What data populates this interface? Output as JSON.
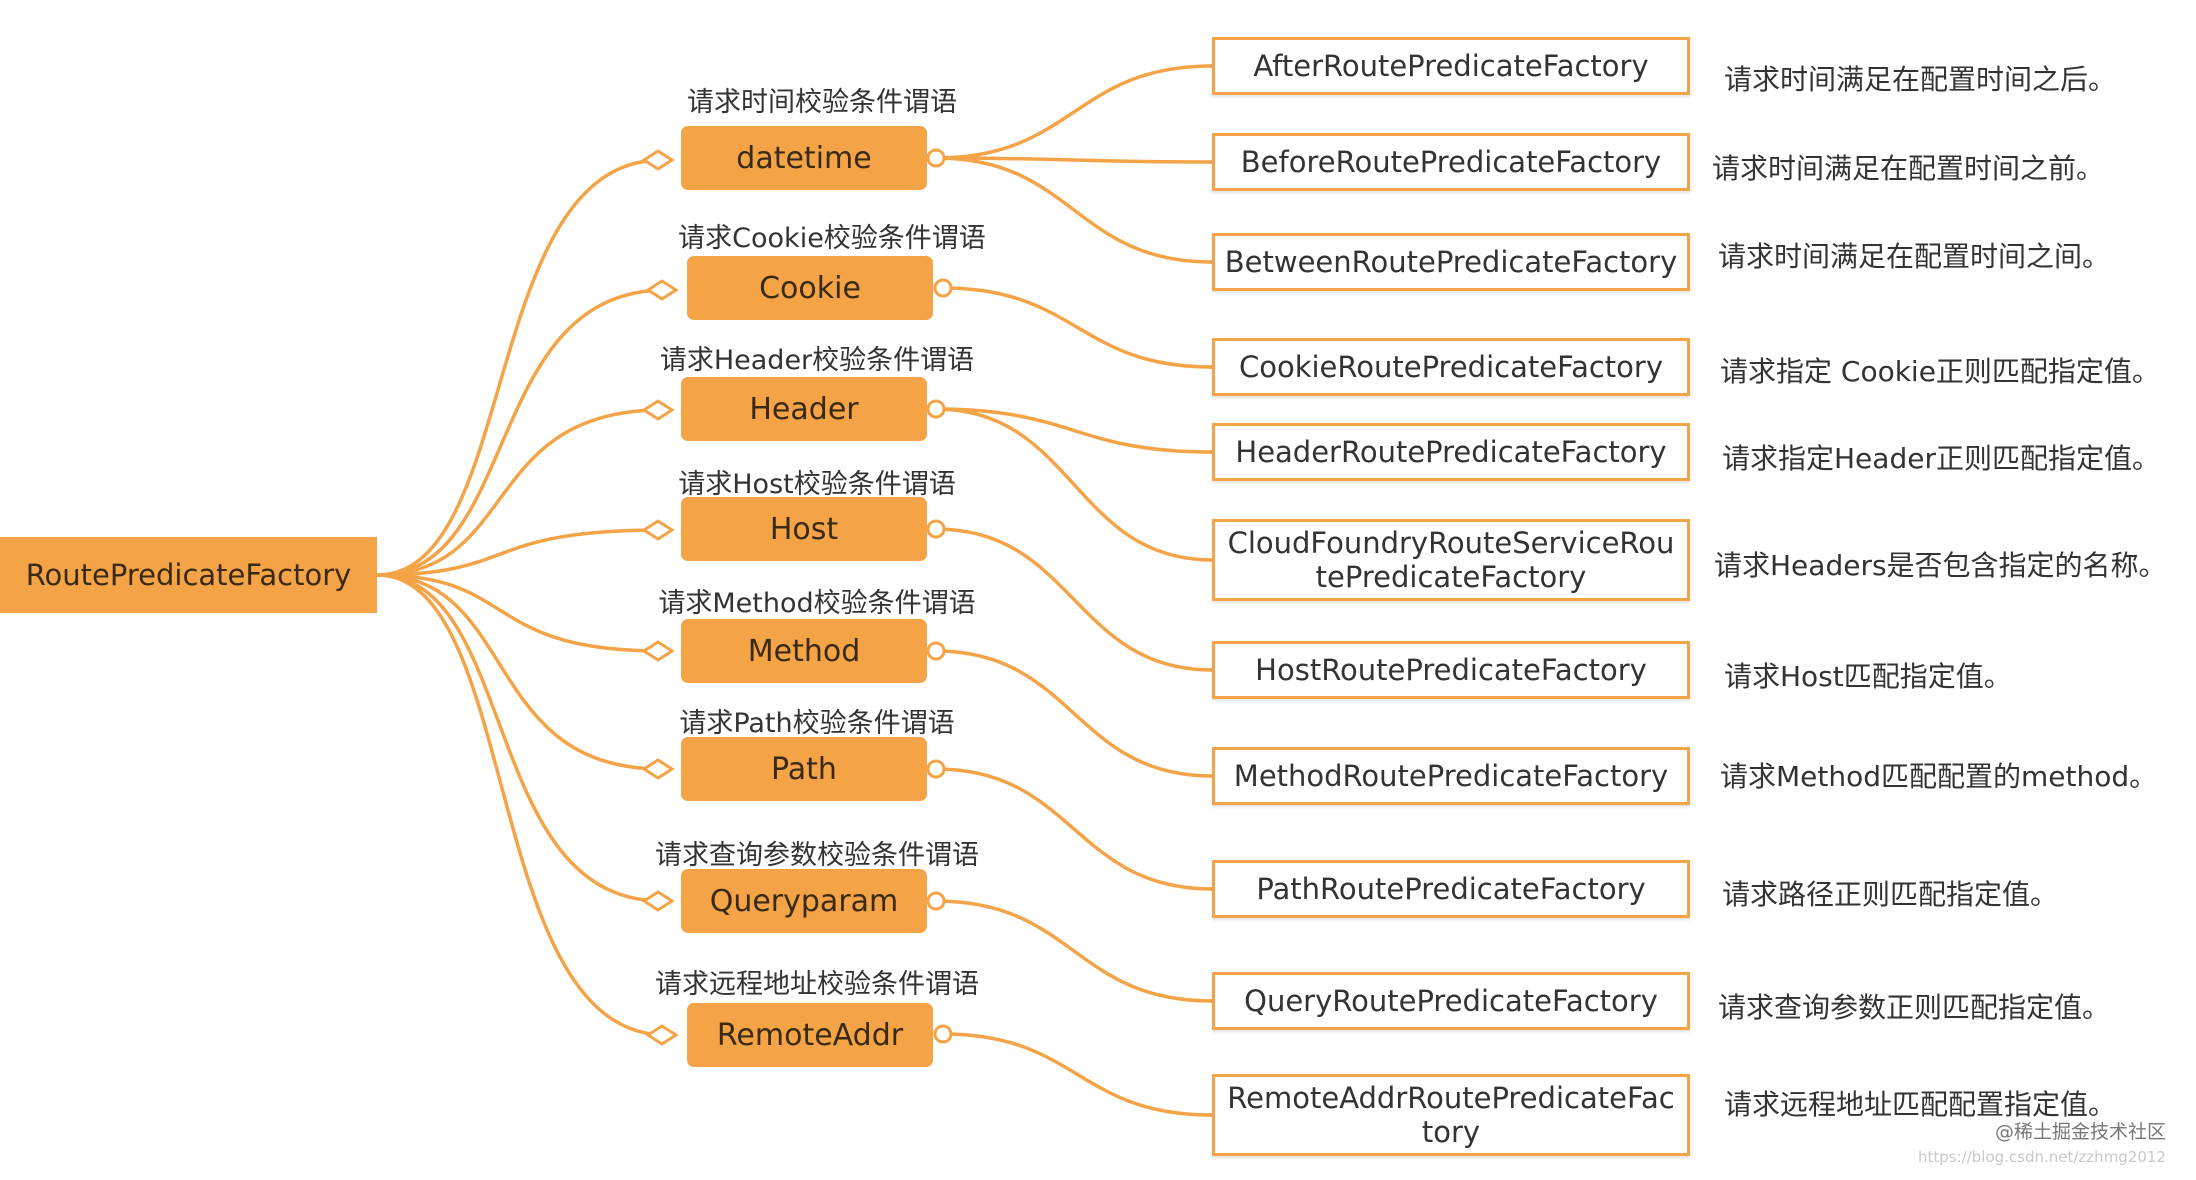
{
  "colors": {
    "accent": "#f4a347",
    "line": "#f4a347",
    "text": "#333333"
  },
  "root": {
    "label": "RoutePredicateFactory"
  },
  "categories": [
    {
      "label": "datetime",
      "caption": "请求时间校验条件谓语"
    },
    {
      "label": "Cookie",
      "caption": "请求Cookie校验条件谓语"
    },
    {
      "label": "Header",
      "caption": "请求Header校验条件谓语"
    },
    {
      "label": "Host",
      "caption": "请求Host校验条件谓语"
    },
    {
      "label": "Method",
      "caption": "请求Method校验条件谓语"
    },
    {
      "label": "Path",
      "caption": "请求Path校验条件谓语"
    },
    {
      "label": "Queryparam",
      "caption": "请求查询参数校验条件谓语"
    },
    {
      "label": "RemoteAddr",
      "caption": "请求远程地址校验条件谓语"
    }
  ],
  "factories": [
    {
      "label": "AfterRoutePredicateFactory",
      "description": "请求时间满足在配置时间之后。"
    },
    {
      "label": "BeforeRoutePredicateFactory",
      "description": "请求时间满足在配置时间之前。"
    },
    {
      "label": "BetweenRoutePredicateFactory",
      "description": "请求时间满足在配置时间之间。"
    },
    {
      "label": "CookieRoutePredicateFactory",
      "description": "请求指定 Cookie正则匹配指定值。"
    },
    {
      "label": "HeaderRoutePredicateFactory",
      "description": "请求指定Header正则匹配指定值。"
    },
    {
      "label": "CloudFoundryRouteServiceRoutePredicateFactory",
      "description": "请求Headers是否包含指定的名称。"
    },
    {
      "label": "HostRoutePredicateFactory",
      "description": "请求Host匹配指定值。"
    },
    {
      "label": "MethodRoutePredicateFactory",
      "description": "请求Method匹配配置的method。"
    },
    {
      "label": "PathRoutePredicateFactory",
      "description": "请求路径正则匹配指定值。"
    },
    {
      "label": "QueryRoutePredicateFactory",
      "description": "请求查询参数正则匹配指定值。"
    },
    {
      "label": "RemoteAddrRoutePredicateFactory",
      "description": "请求远程地址匹配配置指定值。"
    }
  ],
  "watermark": {
    "text": "@稀土掘金技术社区",
    "url": "https://blog.csdn.net/zzhmg2012"
  }
}
